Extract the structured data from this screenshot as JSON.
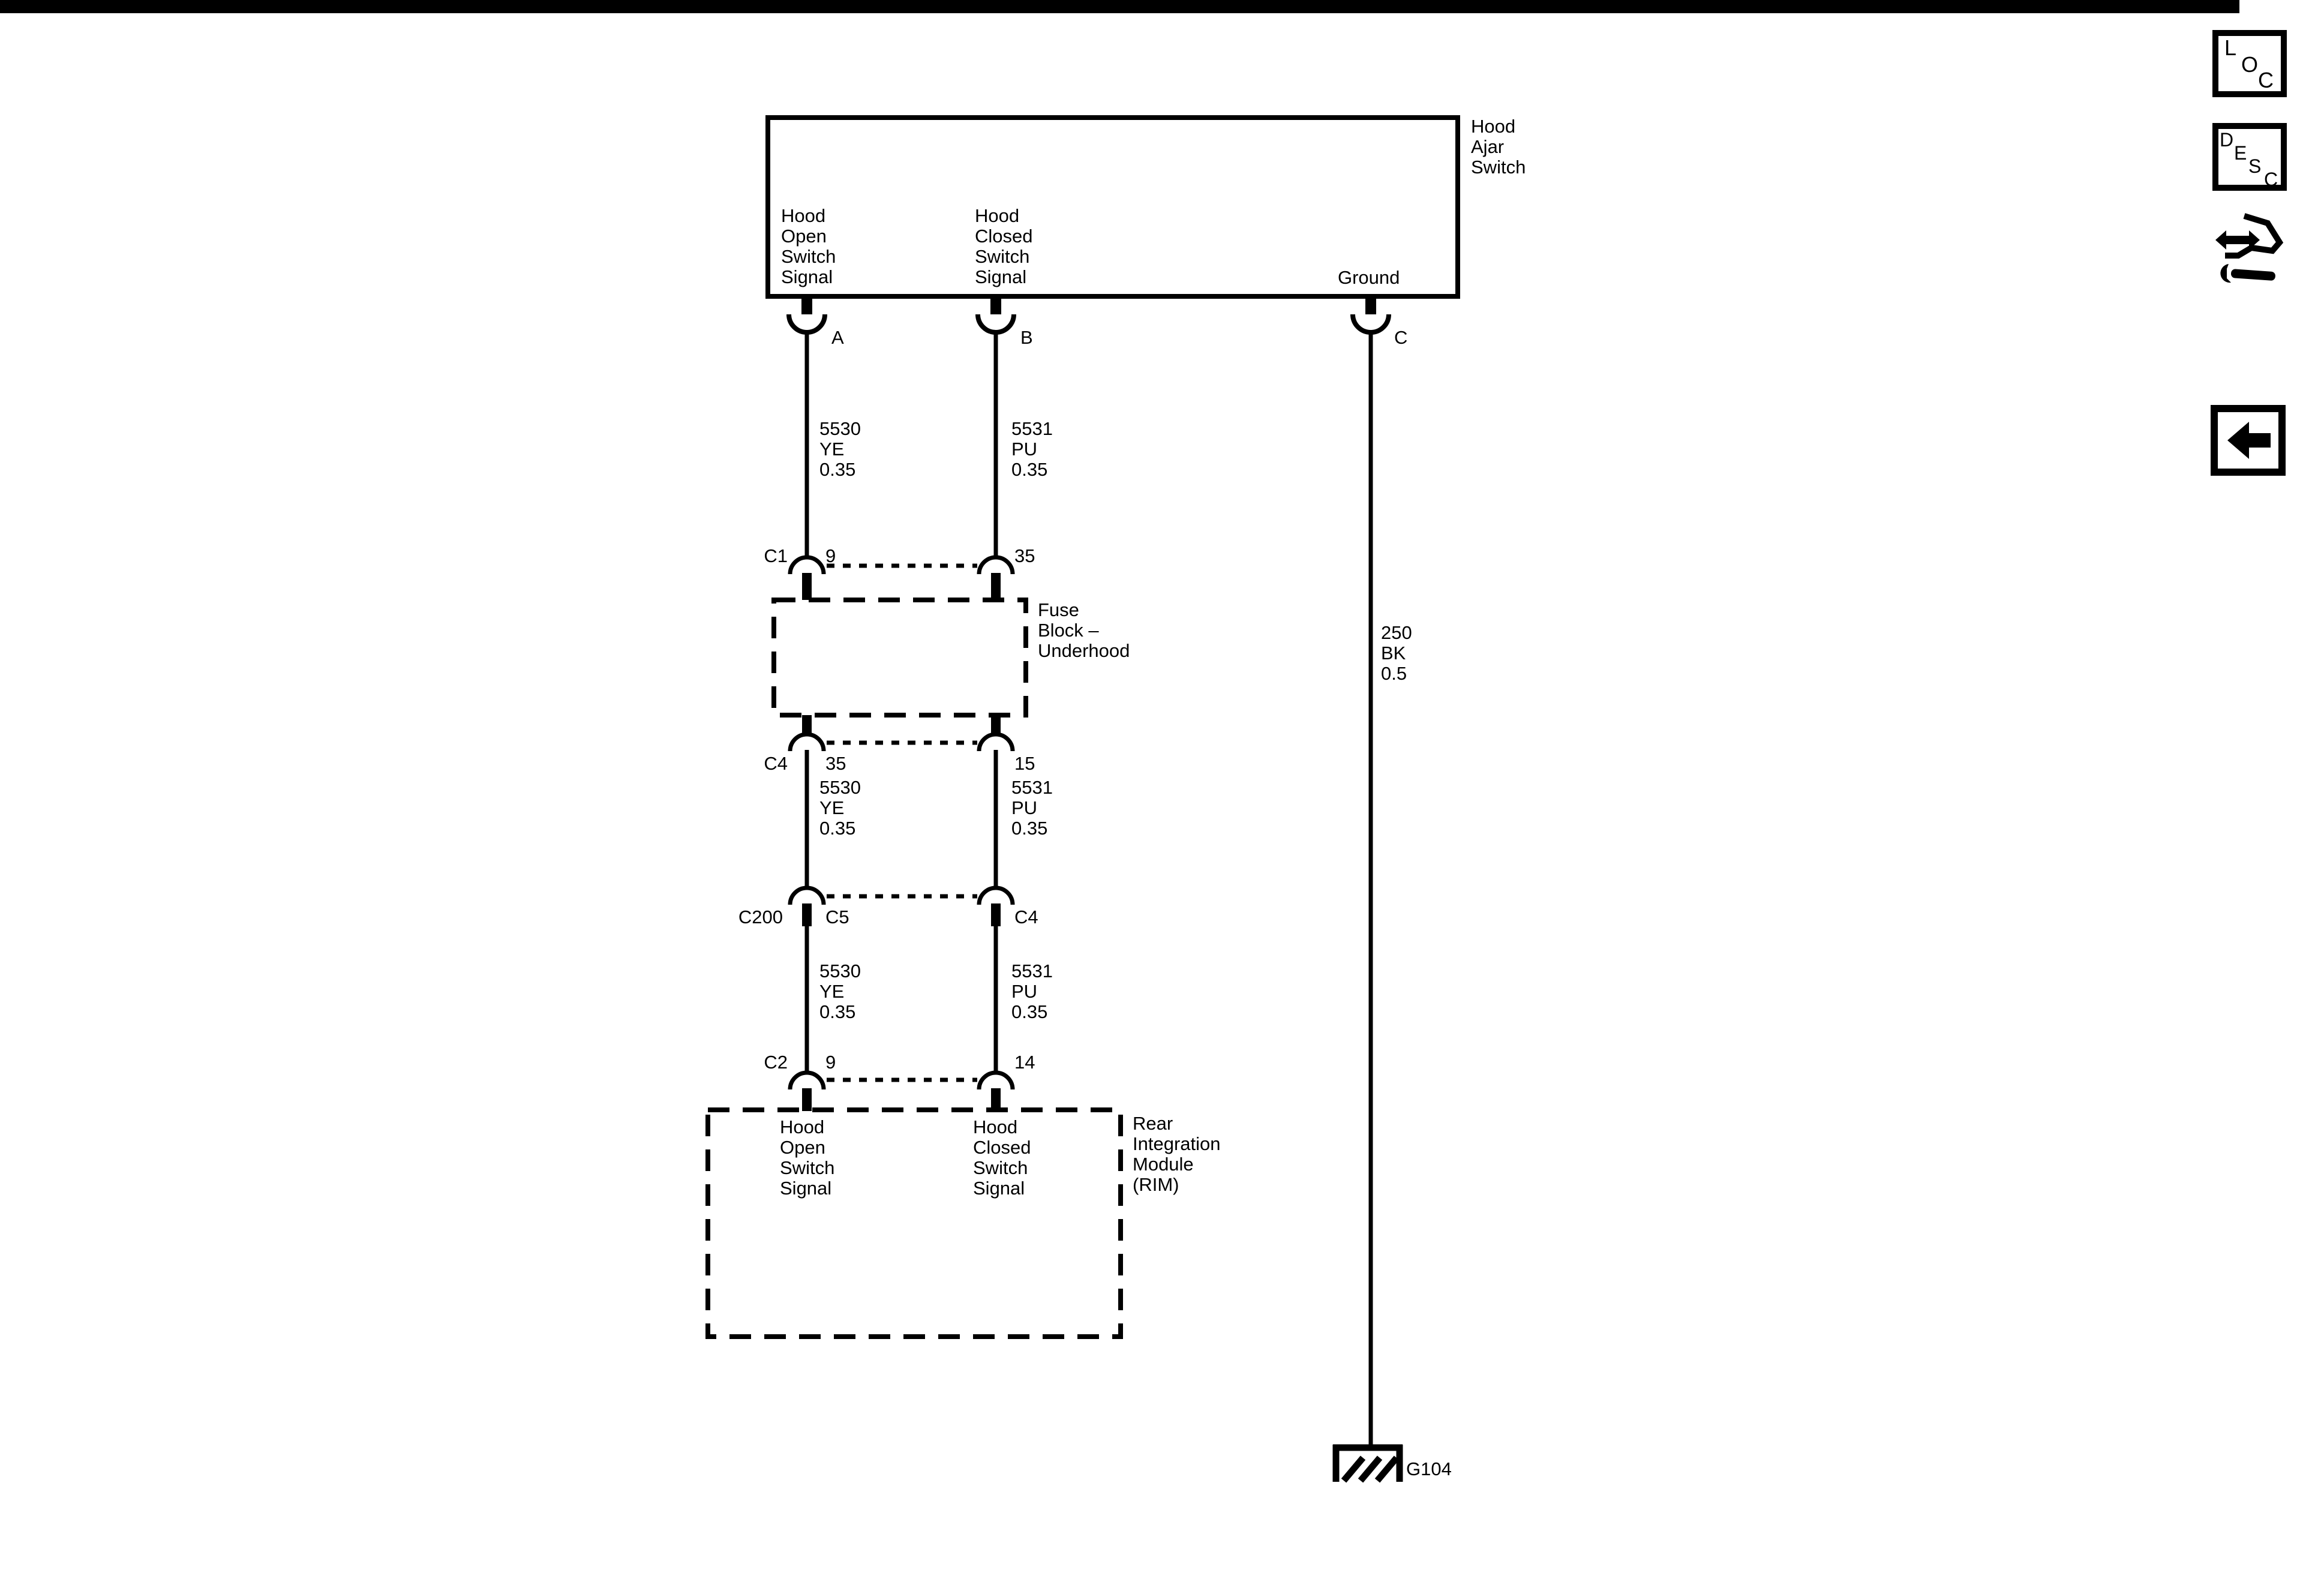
{
  "top_box": {
    "title": "Hood\nAjar\nSwitch",
    "pin_a_label": "Hood\nOpen\nSwitch\nSignal",
    "pin_b_label": "Hood\nClosed\nSwitch\nSignal",
    "pin_c_label": "Ground",
    "terminal_a": "A",
    "terminal_b": "B",
    "terminal_c": "C"
  },
  "wire_segments": {
    "seg1_left": "5530\nYE\n0.35",
    "seg1_right": "5531\nPU\n0.35",
    "seg2_left": "5530\nYE\n0.35",
    "seg2_right": "5531\nPU\n0.35",
    "seg3_left": "5530\nYE\n0.35",
    "seg3_right": "5531\nPU\n0.35",
    "ground": "250\nBK\n0.5"
  },
  "connectors": {
    "c1": {
      "name": "C1",
      "left_pin": "9",
      "right_pin": "35"
    },
    "c4": {
      "name": "C4",
      "left_pin": "35",
      "right_pin": "15"
    },
    "c200": {
      "name": "C200",
      "left_pin": "C5",
      "right_pin": "C4"
    },
    "c2": {
      "name": "C2",
      "left_pin": "9",
      "right_pin": "14"
    }
  },
  "fuse_block": {
    "label": "Fuse\nBlock –\nUnderhood"
  },
  "rim_box": {
    "title": "Rear\nIntegration\nModule\n(RIM)",
    "pin_left_label": "Hood\nOpen\nSwitch\nSignal",
    "pin_right_label": "Hood\nClosed\nSwitch\nSignal"
  },
  "ground_point": {
    "label": "G104"
  },
  "nav": {
    "loc_letters": [
      "L",
      "O",
      "C"
    ],
    "desc_letters": [
      "D",
      "E",
      "S",
      "C"
    ]
  }
}
